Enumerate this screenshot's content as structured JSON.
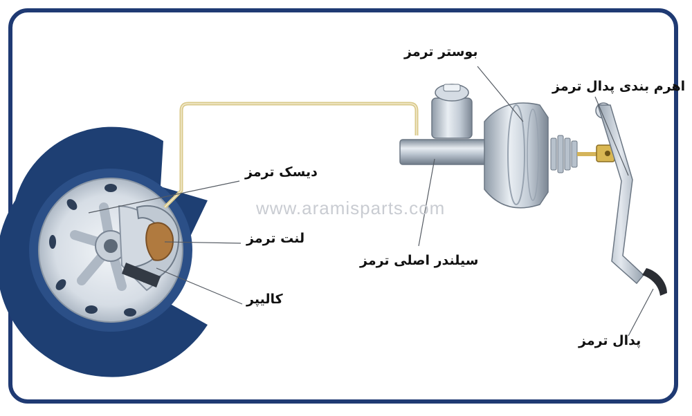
{
  "labels": {
    "brake_booster": "بوستر ترمز",
    "pedal_lever": "اهرم بندی پدال ترمز",
    "brake_disc": "دیسک ترمز",
    "brake_pad": "لنت ترمز",
    "master_cylinder": "سیلندر اصلی ترمز",
    "caliper": "کالیپر",
    "brake_pedal": "پدال ترمز"
  },
  "watermark": "www.aramisparts.com",
  "colors": {
    "frame": "#1f3a73",
    "tire": "#1e3f73",
    "metal": "#c9d3de",
    "brake_line": "#d9c98a",
    "pad": "#b07a3f"
  }
}
